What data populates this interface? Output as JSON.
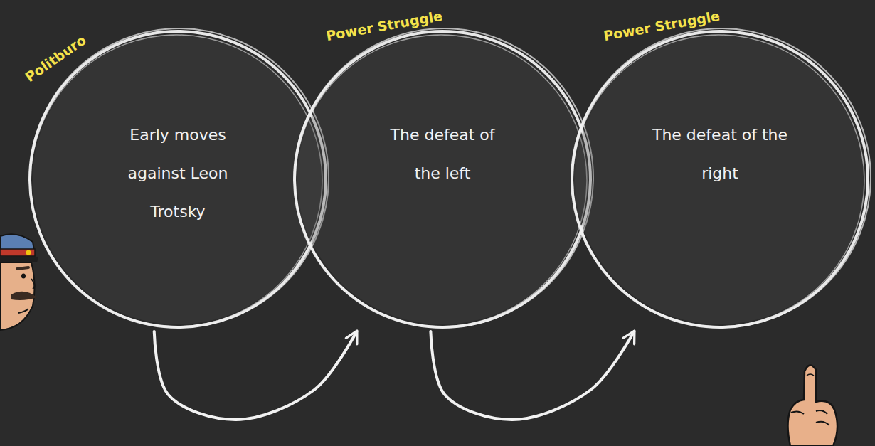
{
  "diagram": {
    "nodes": [
      {
        "text": [
          "Politburo",
          "Early moves against Leon Trotsky"
        ]
      },
      {
        "text": [
          "Power Struggle",
          "The defeat of the left"
        ]
      },
      {
        "text": [
          "Power Struggle",
          "The defeat of the right"
        ]
      }
    ],
    "edges": [
      {
        "from": 0,
        "to": 1,
        "arrow": "to"
      },
      {
        "from": 1,
        "to": 2,
        "arrow": "to"
      }
    ]
  }
}
